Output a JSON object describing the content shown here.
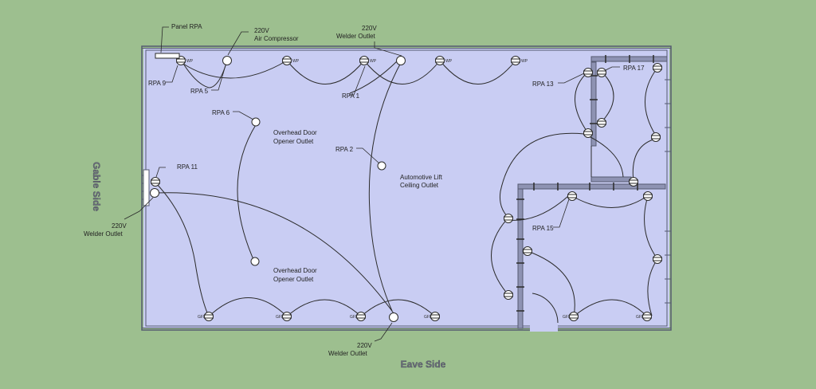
{
  "colors": {
    "background": "#9dbf8f",
    "floor": "#c9cdf3",
    "wall": "#555a70",
    "wire": "#2b2b2b",
    "side_label": "#6a6d7a"
  },
  "labels": {
    "panel_rpa": "Panel RPA",
    "compressor_voltage": "220V",
    "compressor_name": "Air Compressor",
    "welder_top_voltage": "220V",
    "welder_top_name": "Welder Outlet",
    "rpa9": "RPA 9",
    "rpa5": "RPA 5",
    "rpa1": "RPA 1",
    "rpa6": "RPA 6",
    "door1_line1": "Overhead Door",
    "door1_line2": "Opener Outlet",
    "rpa2": "RPA 2",
    "lift_line1": "Automotive Lift",
    "lift_line2": "Ceiling Outlet",
    "rpa11": "RPA 11",
    "welder_left_voltage": "220V",
    "welder_left_name": "Welder Outlet",
    "door2_line1": "Overhead Door",
    "door2_line2": "Opener Outlet",
    "rpa13": "RPA 13",
    "rpa17": "RPA 17",
    "rpa15": "RPA 15",
    "welder_bottom_voltage": "220V",
    "welder_bottom_name": "Welder Outlet",
    "gable_side": "Gable Side",
    "eave_side": "Eave Side"
  },
  "symbols": {
    "gfi": "GFI",
    "wp": "WP"
  }
}
